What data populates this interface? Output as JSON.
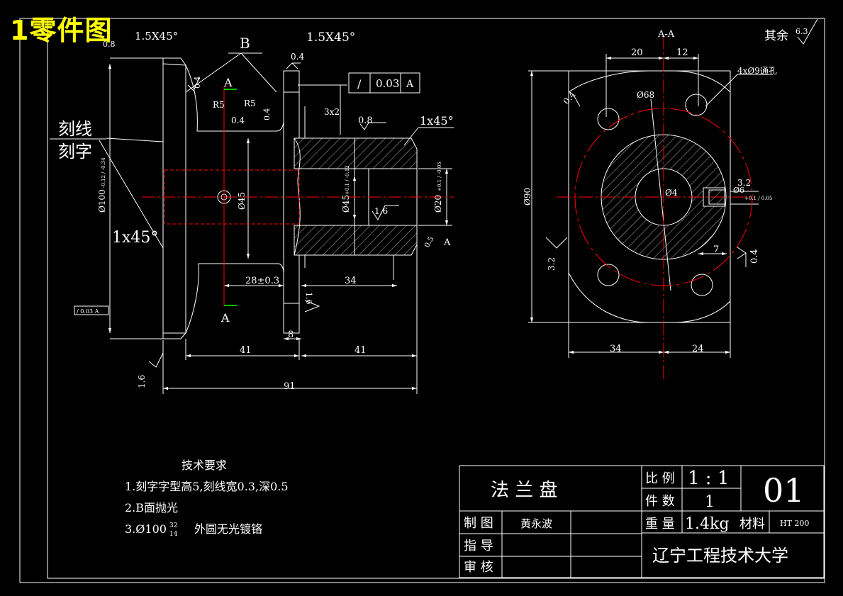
{
  "overlay_title": "1零件图",
  "colors": {
    "background": "#000000",
    "lines": "#ffffff",
    "center": "#ff0000",
    "arrow_green": "#00ff00",
    "title": "#ffff00"
  },
  "front_view": {
    "chamfer_top": "1.5X45°",
    "rough_top_left": "0.8",
    "label_B": "B",
    "chamfer_top_right": "1.5X45°",
    "rough_04_a": "0.4",
    "rough_04_b": "0.4",
    "rough_04_c": "0.4",
    "rough_04_d": "0.4",
    "fillet_r5_a": "R5",
    "fillet_r5_b": "R5",
    "groove": "3x2",
    "rough_08": "0.8",
    "chamfer_right": "1x45°",
    "engraved_line": "刻线",
    "engraved_text": "刻字",
    "chamfer_left": "1x45°",
    "section_A_top": "A",
    "section_A_bottom": "A",
    "tol_symbol": "/",
    "tol_value": "0.03",
    "tol_datum": "A",
    "tol_small": "/ 0.03  A",
    "dia_100": "Ø100",
    "dia_100_tol": "-0.12 / -0.34",
    "dia_45_small": "Ø45",
    "dia_45": "Ø45",
    "dia_45_tol": "+0.1 / -0.12",
    "dia_20": "Ø20",
    "dia_20_tol": "+0.1 / -0.05",
    "rough_16": "1.6",
    "rough_16_b": "1.6",
    "rough_16_c": "1.6",
    "angle_05": "0.5",
    "datum_A": "A",
    "dim_28": "28±0.3",
    "dim_34": "34",
    "dim_8": "8",
    "dim_41_left": "41",
    "dim_41_right": "41",
    "dim_91": "91"
  },
  "side_view": {
    "title": "A-A",
    "other_rough": "其余",
    "other_rough_val": "6.3",
    "dim_20": "20",
    "dim_12": "12",
    "holes": "4xØ9通孔",
    "rough_04": "0.4",
    "rough_04_b": "0.4",
    "dia_68": "Ø68",
    "dia_90": "Ø90",
    "dia_4": "Ø4",
    "rough_32": "3.2",
    "dia_6": "Ø6",
    "dia_6_tol": "+0.1 / 0.05",
    "rough_32_b": "3.2",
    "dim_7": "7",
    "dim_34": "34",
    "dim_24": "24"
  },
  "notes": {
    "heading": "技术要求",
    "line1": "1.刻字字型高5,刻线宽0.3,深0.5",
    "line2": "2.B面抛光",
    "line3_a": "3.Ø100",
    "line3_frac_top": "32",
    "line3_frac_bottom": "14",
    "line3_b": "外圆无光镀铬"
  },
  "title_block": {
    "part_name": "法 兰 盘",
    "scale_label": "比 例",
    "scale_value": "1 : 1",
    "qty_label": "件 数",
    "qty_value": "1",
    "drawing_no": "01",
    "drawn_label": "制 图",
    "drawn_name": "黄永波",
    "weight_label": "重 量",
    "weight_value": "1.4kg",
    "material_label": "材料",
    "material_value": "HT 200",
    "guide_label": "指 导",
    "check_label": "审 核",
    "school": "辽宁工程技术大学"
  }
}
